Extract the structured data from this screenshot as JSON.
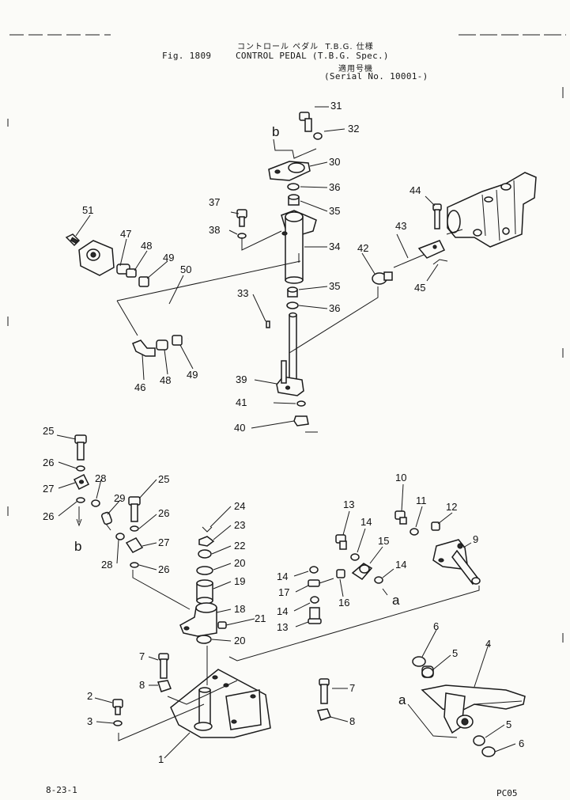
{
  "header": {
    "jp_title": "コントロール ペダル  T.B.G. 仕様",
    "fig_no": "Fig. 1809",
    "title": "CONTROL PEDAL (T.B.G. Spec.)",
    "jp_serial": "適用号機",
    "serial": "(Serial No. 10001-)"
  },
  "callouts": {
    "c1": "1",
    "c2": "2",
    "c3": "3",
    "c4": "4",
    "c5a": "5",
    "c5b": "5",
    "c6a": "6",
    "c6b": "6",
    "c7a": "7",
    "c7b": "7",
    "c8a": "8",
    "c8b": "8",
    "c9": "9",
    "c10": "10",
    "c11": "11",
    "c12": "12",
    "c13a": "13",
    "c13b": "13",
    "c14a": "14",
    "c14b": "14",
    "c14c": "14",
    "c14d": "14",
    "c15": "15",
    "c16": "16",
    "c17": "17",
    "c18": "18",
    "c19": "19",
    "c20a": "20",
    "c20b": "20",
    "c21": "21",
    "c22": "22",
    "c23": "23",
    "c24": "24",
    "c25a": "25",
    "c25b": "25",
    "c26a": "26",
    "c26b": "26",
    "c26c": "26",
    "c26d": "26",
    "c27a": "27",
    "c27b": "27",
    "c28a": "28",
    "c28b": "28",
    "c29": "29",
    "c30": "30",
    "c31": "31",
    "c32": "32",
    "c33": "33",
    "c34": "34",
    "c35a": "35",
    "c35b": "35",
    "c36a": "36",
    "c36b": "36",
    "c37": "37",
    "c38": "38",
    "c39": "39",
    "c40": "40",
    "c41": "41",
    "c42": "42",
    "c43": "43",
    "c44": "44",
    "c45": "45",
    "c46": "46",
    "c47": "47",
    "c48a": "48",
    "c48b": "48",
    "c49a": "49",
    "c49b": "49",
    "c50": "50",
    "c51": "51",
    "ref_a1": "a",
    "ref_a2": "a",
    "ref_b1": "b",
    "ref_b2": "b"
  },
  "footer": {
    "page": "8-23-1",
    "code": "PC05"
  }
}
